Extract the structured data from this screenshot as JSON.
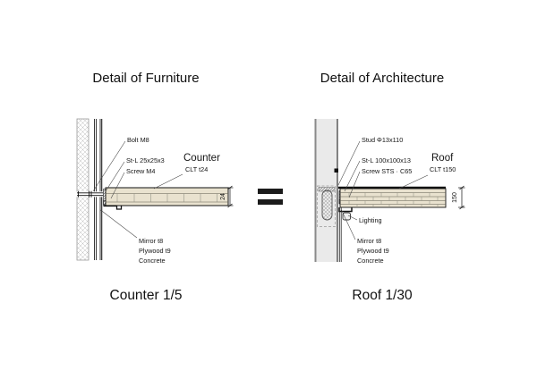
{
  "left_panel": {
    "title": "Detail of Furniture",
    "caption": "Counter 1/5",
    "component": {
      "name": "Counter",
      "material": "CLT t24"
    },
    "dimension": "24",
    "labels": {
      "bolt": "Bolt M8",
      "angle": "St-L 25x25x3",
      "screw": "Screw M4",
      "finish_layers": [
        "Mirror t8",
        "Plywood t9",
        "Concrete"
      ]
    }
  },
  "right_panel": {
    "title": "Detail of Architecture",
    "caption": "Roof 1/30",
    "component": {
      "name": "Roof",
      "material": "CLT t150"
    },
    "dimension": "150",
    "labels": {
      "stud": "Stud Φ13x110",
      "angle": "St-L 100x100x13",
      "screw": "Screw STS · C65",
      "lighting": "Lighting",
      "finish_layers": [
        "Mirror t8",
        "Plywood t9",
        "Concrete"
      ]
    }
  },
  "equals": {
    "symbol": "="
  },
  "colors": {
    "clt_fill": "#e9e2cf",
    "wall_fill": "#eaeaea",
    "line": "#111111"
  }
}
